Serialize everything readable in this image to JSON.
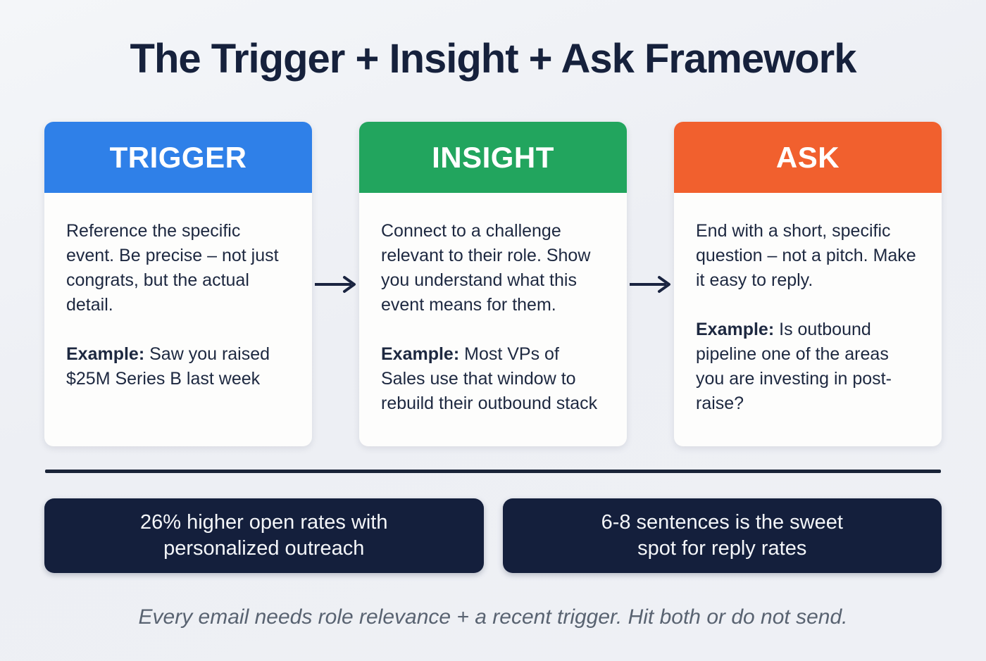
{
  "title": "The Trigger + Insight + Ask Framework",
  "cards": [
    {
      "label": "TRIGGER",
      "header_color": "#2f80e8",
      "body": "Reference the specific event. Be precise – not just congrats, but the actual detail.",
      "example_label": "Example:",
      "example_text": " Saw you raised $25M Series B last week"
    },
    {
      "label": "INSIGHT",
      "header_color": "#22a55e",
      "body": "Connect to a challenge relevant to their role. Show you understand what this event means for them.",
      "example_label": "Example:",
      "example_text": " Most VPs of Sales use that window to rebuild their outbound stack"
    },
    {
      "label": "ASK",
      "header_color": "#f1602e",
      "body": "End with a short, specific question – not a pitch. Make it easy to reply.",
      "example_label": "Example:",
      "example_text": " Is outbound pipeline one of the areas you are investing in post-raise?"
    }
  ],
  "stats": [
    {
      "line1": "26% higher open rates with",
      "line2": "personalized outreach"
    },
    {
      "line1": "6-8 sentences is the sweet",
      "line2": "spot for reply rates"
    }
  ],
  "footer": "Every email needs role relevance + a recent trigger. Hit both or do not send.",
  "colors": {
    "background": "#eef0f4",
    "title_text": "#16213c",
    "body_text": "#1d2840",
    "trigger_blue": "#2f80e8",
    "insight_green": "#22a55e",
    "ask_orange": "#f1602e",
    "dark_navy": "#141f3c",
    "divider": "#1a2438",
    "footer_text": "#596371"
  }
}
